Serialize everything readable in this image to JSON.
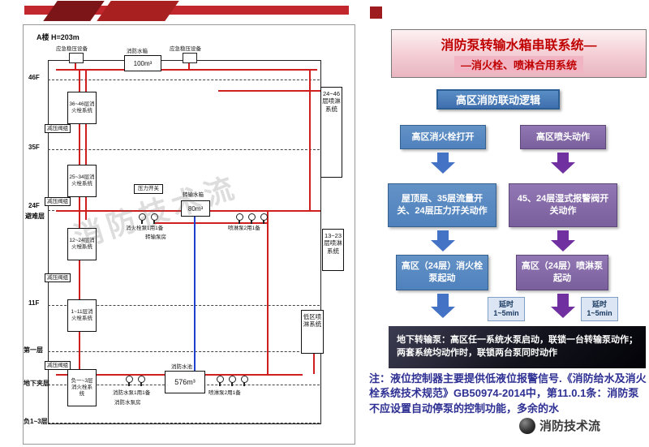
{
  "header": {
    "title_line1": "消防泵转输水箱串联系统—",
    "title_line2": "—消火栓、喷淋合用系统"
  },
  "flowchart": {
    "heading": "高区消防联动逻辑",
    "hydrant_branch": {
      "step1": "高区消火栓打开",
      "step2": "屋顶层、35层流量开关、24层压力开关动作",
      "step3": "高区（24层）消火栓泵起动",
      "delay": "延时",
      "delay_time": "1~5min"
    },
    "sprinkler_branch": {
      "step1": "高区喷头动作",
      "step2": "45、24层湿式报警阀开关动作",
      "step3": "高区（24层）喷淋泵起动",
      "delay": "延时",
      "delay_time": "1~5min"
    },
    "result": "地下转输泵：高区任一系统水泵启动，联锁一台转输泵动作；两套系统均动作时，联锁两台泵同时动作"
  },
  "note": "注：液位控制器主要提供低液位报警信号.《消防给水及消火栓系统技术规范》GB50974-2014中，第11.0.1条：消防泵不应设置自动停泵的控制功能，多余的水",
  "logo_text": "消防技术流",
  "watermark": "消防技术流",
  "diagram": {
    "building": "A楼  H=203m",
    "floors": {
      "f46": "46F",
      "f35": "35F",
      "f24": "24F",
      "refuge": "避难层",
      "f11": "11F",
      "f1": "第一层",
      "mezz": "地下夹层",
      "b13": "负1~3层"
    },
    "labels": {
      "stab": "应急稳压设备",
      "roof_tank": "消防水箱",
      "roof_tank_vol": "100m³",
      "hy_46": "36~46层消火栓系统",
      "hy_34": "25~34层消火栓系统",
      "hy_24": "12~24层消火栓系统",
      "hy_11": "1~11层消火栓系统",
      "hy_b": "负一~3层消火栓系统",
      "prv": "减压阀组",
      "transfer_tank": "转输水箱",
      "transfer_tank_vol": "80m³",
      "pressure_switch": "压力开关",
      "mid_hydrant_pumps": "消火栓泵1用1备",
      "mid_sprinkler_pumps": "喷淋泵2用1备",
      "mid_room": "转输泵房",
      "pool": "消防水池",
      "pool_vol": "576m³",
      "pump_room": "消防水泵房",
      "low_fire_pumps": "消防水泵1用1备",
      "low_sprinkler_pumps": "喷淋泵2用1备",
      "spr_high": "24~46层喷淋系统",
      "spr_mid": "13~23层喷淋系统",
      "spr_low": "低区喷淋系统"
    }
  }
}
